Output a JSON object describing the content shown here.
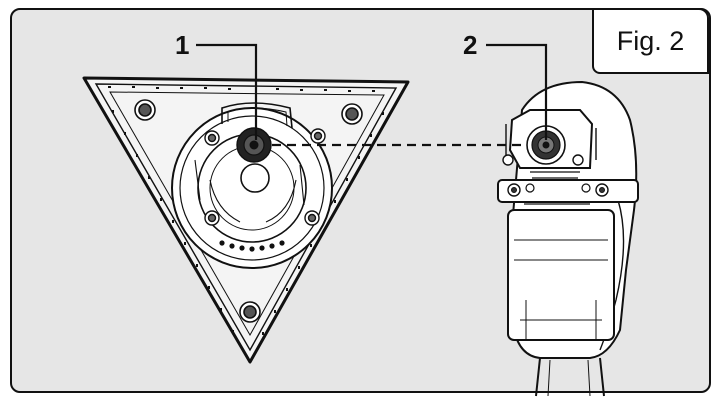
{
  "figure": {
    "label": "Fig. 2"
  },
  "callouts": [
    {
      "number": "1"
    },
    {
      "number": "2"
    }
  ],
  "colors": {
    "panel_bg": "#e6e6e6",
    "stroke": "#111111",
    "fill_white": "#ffffff"
  }
}
